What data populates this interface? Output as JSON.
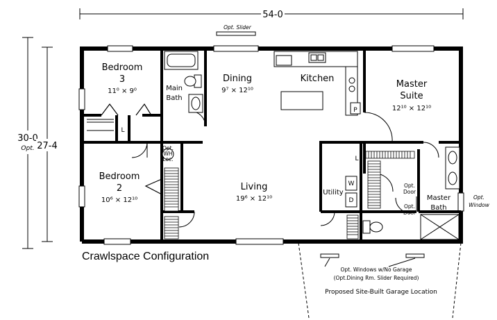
{
  "plan": {
    "caption": "Crawlspace Configuration",
    "overall_width": "54-0",
    "overall_depth_optional": "30-0",
    "overall_depth_optional_note": "Opt.",
    "overall_depth": "27-4",
    "opt_slider": "Opt. Slider",
    "opt_window": "Opt. Window",
    "opt_window_line1": "Opt.",
    "opt_window_line2": "Window",
    "garage_windows_line1": "Opt. Windows w/No Garage",
    "garage_windows_line2": "(Opt.Dining Rm. Slider Required)",
    "garage_location": "Proposed Site-Built Garage Location",
    "rooms": {
      "bedroom3": {
        "name_line1": "Bedroom",
        "name_line2": "3",
        "dims": "11⁰ × 9⁰"
      },
      "main_bath": {
        "name_line1": "Main",
        "name_line2": "Bath"
      },
      "dining": {
        "name": "Dining",
        "dims": "9⁷ × 12¹⁰"
      },
      "kitchen": {
        "name": "Kitchen"
      },
      "master_suite": {
        "name_line1": "Master",
        "name_line2": "Suite",
        "dims": "12¹⁰ × 12¹⁰"
      },
      "bedroom2": {
        "name_line1": "Bedroom",
        "name_line2": "2",
        "dims": "10⁶ × 12¹⁰"
      },
      "living": {
        "name": "Living",
        "dims": "19⁶ × 12¹⁰"
      },
      "utility": {
        "name": "Utility"
      },
      "master_bath": {
        "name_line1": "Master",
        "name_line2": "Bath"
      }
    },
    "marks": {
      "linen": "L",
      "pantry": "P",
      "washer": "W",
      "dryer": "D",
      "wh_line1": "Opt.",
      "wh_line2": "WH",
      "wh_line3": "Loc.",
      "opt_door_line1": "Opt.",
      "opt_door_line2": "Door"
    }
  }
}
